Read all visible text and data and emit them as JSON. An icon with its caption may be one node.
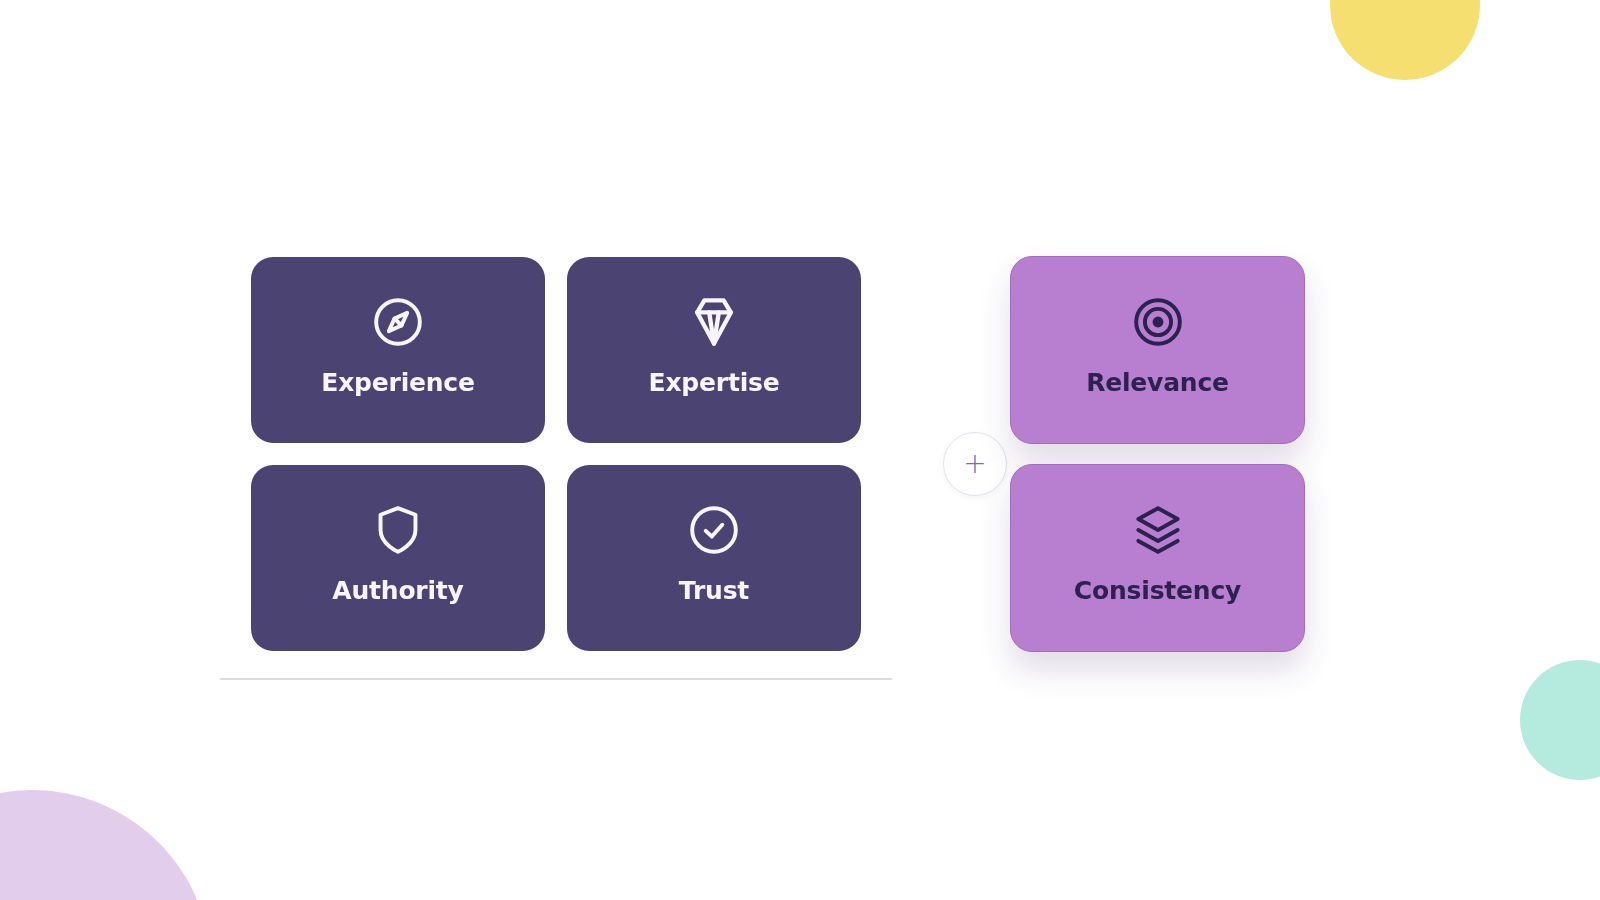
{
  "diagram": {
    "nodes": [
      {
        "text": [
          "Experience"
        ]
      },
      {
        "text": [
          "Expertise"
        ]
      },
      {
        "text": [
          "Authority"
        ]
      },
      {
        "text": [
          "Trust"
        ]
      },
      {
        "text": [
          "+"
        ]
      },
      {
        "text": [
          "Relevance"
        ]
      },
      {
        "text": [
          "Consistency"
        ]
      }
    ]
  }
}
